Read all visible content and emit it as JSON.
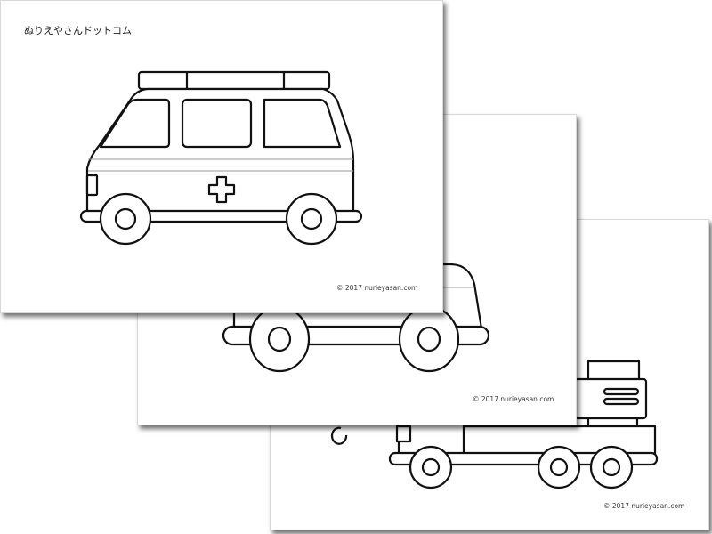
{
  "pages": [
    {
      "subject": "ambulance",
      "brand": "ぬりえやさんドットコム",
      "copyright": "© 2017 nurieyasan.com"
    },
    {
      "subject": "truck",
      "copyright": "© 2017 nurieyasan.com"
    },
    {
      "subject": "crane-truck",
      "copyright": "© 2017 nurieyasan.com"
    }
  ]
}
